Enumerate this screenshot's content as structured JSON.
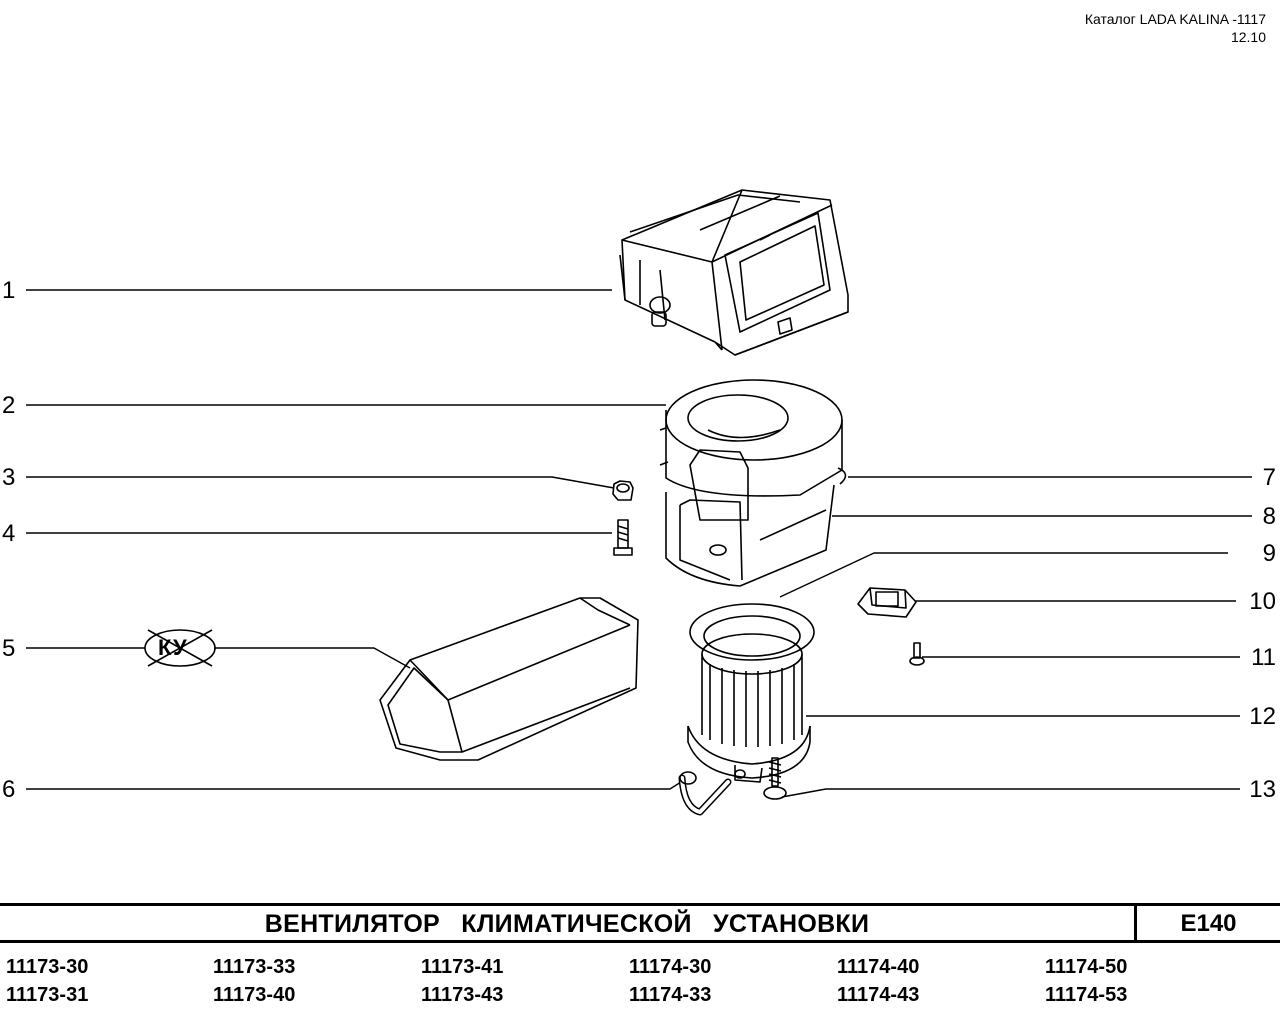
{
  "header": {
    "catalog": "Каталог LADA KALINA -1117",
    "revision": "12.10"
  },
  "drawing": {
    "stamp_label": "КУ",
    "callouts": [
      "1",
      "2",
      "3",
      "4",
      "5",
      "6",
      "7",
      "8",
      "9",
      "10",
      "11",
      "12",
      "13"
    ]
  },
  "title_block": {
    "title": "ВЕНТИЛЯТОР КЛИМАТИЧЕСКОЙ УСТАНОВКИ",
    "code": "E140"
  },
  "models": [
    [
      "11173-30",
      "11173-31"
    ],
    [
      "11173-33",
      "11173-40"
    ],
    [
      "11173-41",
      "11173-43"
    ],
    [
      "11174-30",
      "11174-33"
    ],
    [
      "11174-40",
      "11174-43"
    ],
    [
      "11174-50",
      "11174-53"
    ]
  ]
}
